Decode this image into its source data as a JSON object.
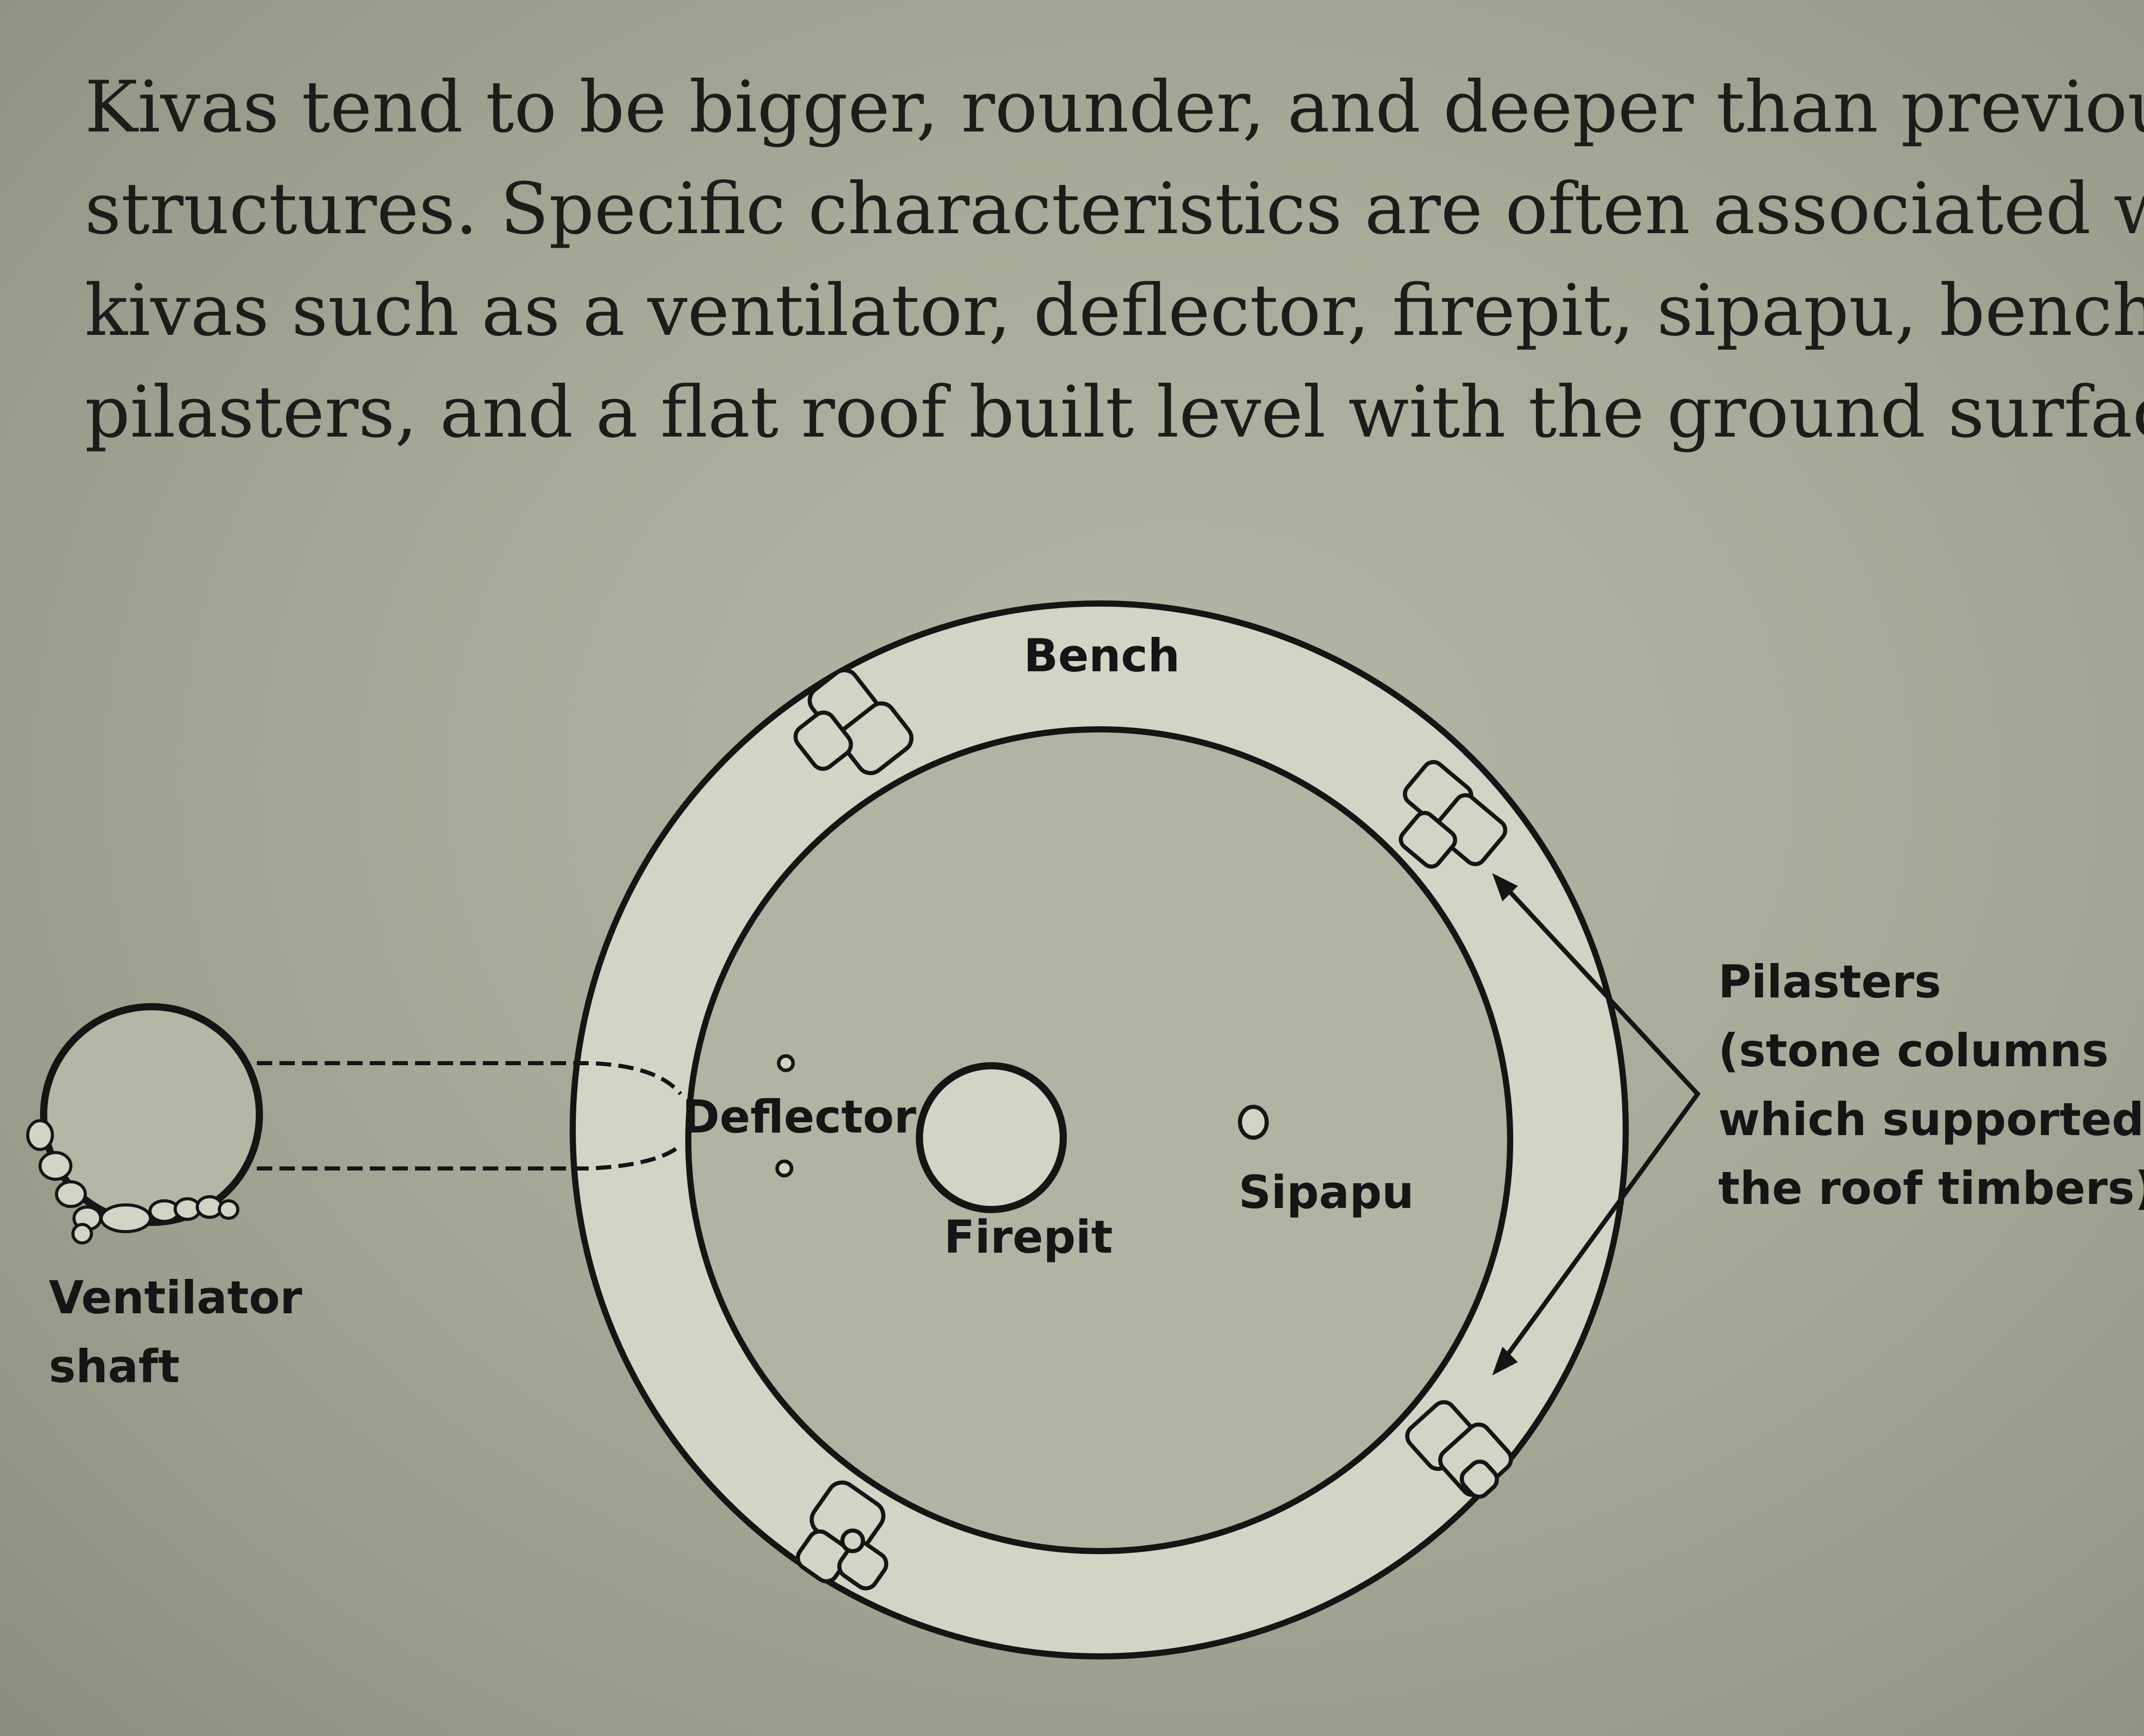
{
  "intro": {
    "lines": [
      "Kivas tend to be bigger, rounder, and deeper than previous pit",
      "structures. Specific characteristics are often associated with",
      "kivas such as a ventilator, deflector, firepit, sipapu, bench,",
      "pilasters, and a flat roof built level with the ground surface."
    ]
  },
  "labels": {
    "bench": "Bench",
    "deflector": "Deflector",
    "firepit": "Firepit",
    "sipapu": "Sipapu",
    "ventilator": [
      "Ventilator",
      "shaft"
    ],
    "pilasters": [
      "Pilasters",
      "(stone columns",
      "which supported",
      "the roof timbers)"
    ]
  },
  "colors": {
    "background": "#a8aa99",
    "bench_fill": "#d3d4c6",
    "floor_fill": "#b1b3a3",
    "ink": "#151515"
  }
}
